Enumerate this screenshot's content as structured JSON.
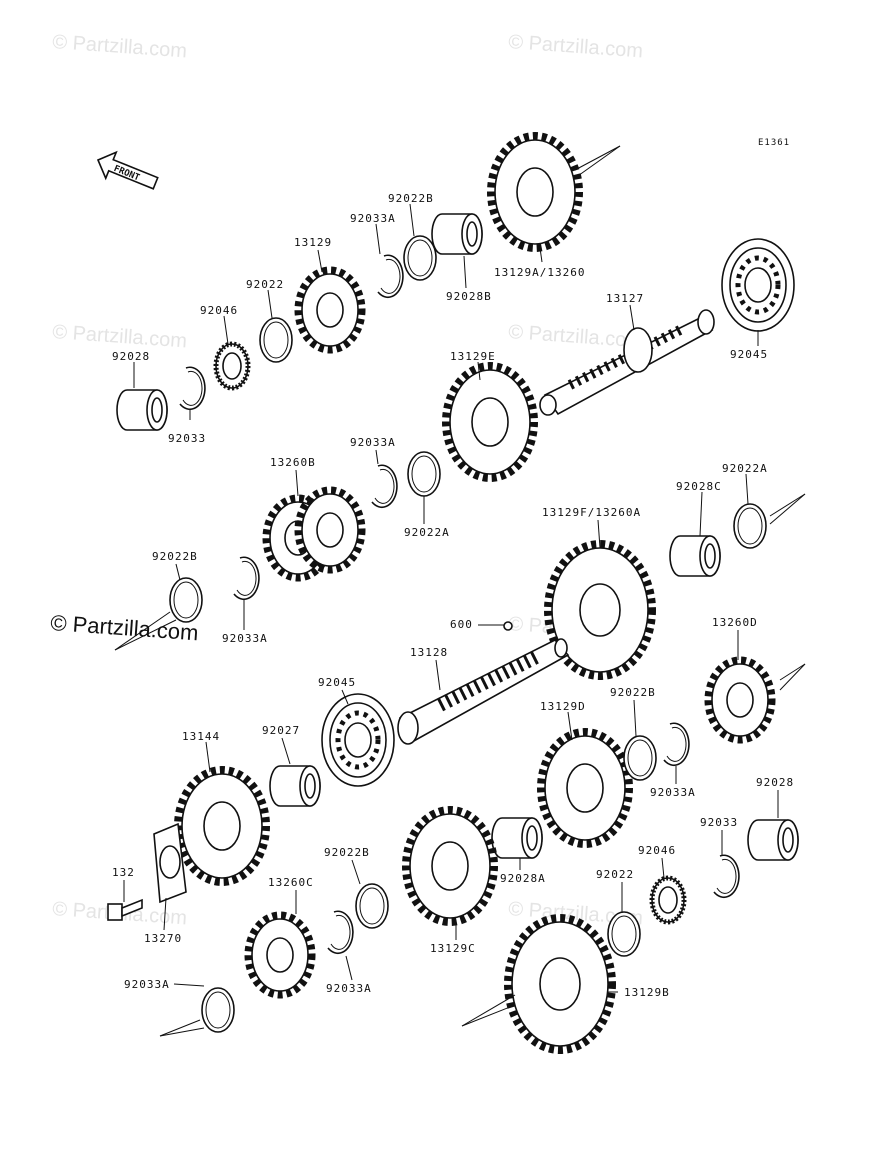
{
  "watermark": "© Partzilla.com",
  "diagram_code": "E1361",
  "front_label": "FRONT",
  "labels": [
    "92028",
    "92033",
    "92046",
    "92022",
    "13129",
    "92033A",
    "92022B",
    "92028B",
    "13129A/13260",
    "13127",
    "92045",
    "13129E",
    "92033A",
    "92022A",
    "13260B",
    "92022B",
    "92033A",
    "13129F/13260A",
    "92028C",
    "92022A",
    "600",
    "13128",
    "13260D",
    "92045",
    "92027",
    "13144",
    "13129D",
    "92022B",
    "92033A",
    "92028",
    "92033",
    "132",
    "13270",
    "92022B",
    "13260C",
    "92028A",
    "92046",
    "92022",
    "13129C",
    "92033A",
    "92033A",
    "13129B"
  ]
}
